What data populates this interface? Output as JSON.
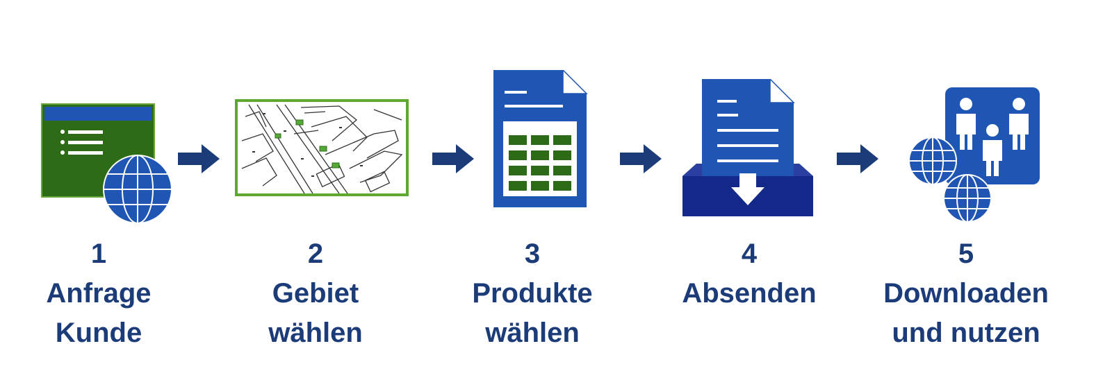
{
  "colors": {
    "dark_blue": "#1b3c78",
    "mid_blue": "#1f55b3",
    "navy": "#14288a",
    "green": "#2e6b16",
    "light_green": "#5da82e"
  },
  "steps": [
    {
      "number": "1",
      "line1": "Anfrage",
      "line2": "Kunde",
      "icon": "request-form-globe-icon"
    },
    {
      "number": "2",
      "line1": "Gebiet",
      "line2": "wählen",
      "icon": "map-area-icon"
    },
    {
      "number": "3",
      "line1": "Produkte",
      "line2": "wählen",
      "icon": "product-table-document-icon"
    },
    {
      "number": "4",
      "line1": "Absenden",
      "line2": "",
      "icon": "document-inbox-download-icon"
    },
    {
      "number": "5",
      "line1": "Downloaden",
      "line2": "und nutzen",
      "icon": "users-globe-icon"
    }
  ],
  "arrows": [
    "arrow-right-icon",
    "arrow-right-icon",
    "arrow-right-icon",
    "arrow-right-icon"
  ]
}
